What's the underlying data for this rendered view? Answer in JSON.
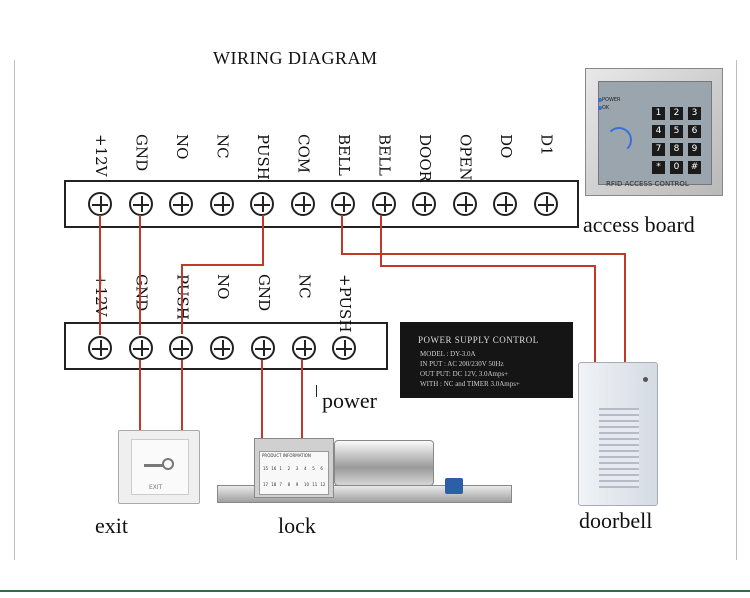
{
  "diagram": {
    "title": "WIRING DIAGRAM",
    "access_board": {
      "caption": "access board",
      "terminals": [
        "+12V",
        "GND",
        "NO",
        "NC",
        "PUSH",
        "COM",
        "BELL",
        "BELL",
        "DOOR",
        "OPEN",
        "DO",
        "D1"
      ],
      "panel_label": "RFID ACCESS CONTROL",
      "status_labels": [
        "POWER",
        "OK"
      ],
      "keys": [
        "1",
        "2",
        "3",
        "4",
        "5",
        "6",
        "7",
        "8",
        "9",
        "*",
        "0",
        "#"
      ]
    },
    "power": {
      "caption": "power",
      "terminals": [
        "+12V",
        "GND",
        "PUSH",
        "NO",
        "GND",
        "NC",
        "+PUSH"
      ],
      "label_title": "POWER SUPPLY CONTROL",
      "label_lines": [
        "MODEL   : DY-3.0A",
        "IN PUT  : AC 200/230V 50Hz",
        "OUT PUT: DC 12V, 3.0Amps+",
        "WITH     : NC and TIMER 3.0Amps+"
      ]
    },
    "exit": {
      "caption": "exit",
      "button_text": "EXIT"
    },
    "lock": {
      "caption": "lock",
      "info_title": "PRODUCT INFORMATION",
      "numbers_row1": [
        "15",
        "16",
        "1",
        "2",
        "3",
        "4",
        "5",
        "6"
      ],
      "numbers_row2": [
        "17",
        "18",
        "7",
        "8",
        "9",
        "10",
        "11",
        "12"
      ]
    },
    "doorbell": {
      "caption": "doorbell"
    },
    "colors": {
      "wire": "#c0392b",
      "line": "#222222",
      "panel": "#151515"
    }
  }
}
